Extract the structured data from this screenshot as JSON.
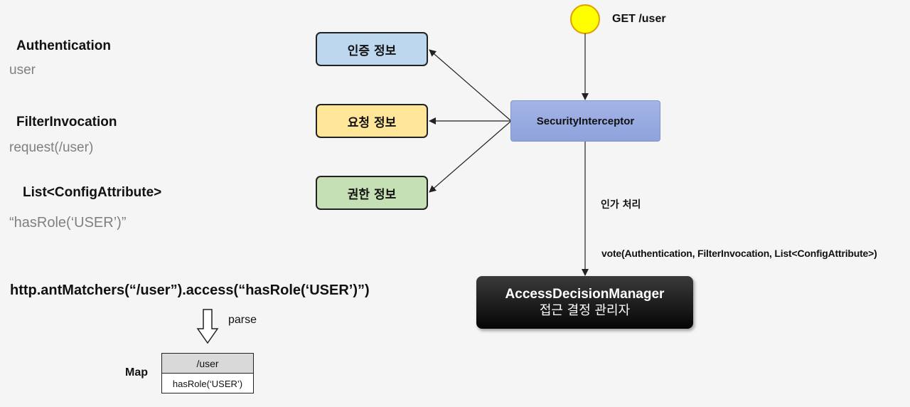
{
  "sections": [
    {
      "title": "Authentication",
      "value": "user"
    },
    {
      "title": "FilterInvocation",
      "value": "request(/user)"
    },
    {
      "title": "List<ConfigAttribute>",
      "value": "“hasRole(‘USER’)”"
    }
  ],
  "info_boxes": [
    {
      "label": "인증 정보",
      "color": "#bdd7ee"
    },
    {
      "label": "요청 정보",
      "color": "#ffe699"
    },
    {
      "label": "권한 정보",
      "color": "#c5e0b4"
    }
  ],
  "request": {
    "label": "GET /user",
    "color": "#ffff00"
  },
  "interceptor": {
    "label": "SecurityInterceptor"
  },
  "flow": {
    "authorization_label": "인가 처리",
    "vote_label": "vote(Authentication, FilterInvocation, List<ConfigAttribute>)"
  },
  "decision_manager": {
    "title": "AccessDecisionManager",
    "subtitle": "접근 결정 관리자"
  },
  "config": {
    "code": "http.antMatchers(“/user”).access(“hasRole(‘USER’)”)",
    "parse_label": "parse"
  },
  "map": {
    "label": "Map",
    "key": "/user",
    "value": "hasRole(‘USER’)"
  }
}
